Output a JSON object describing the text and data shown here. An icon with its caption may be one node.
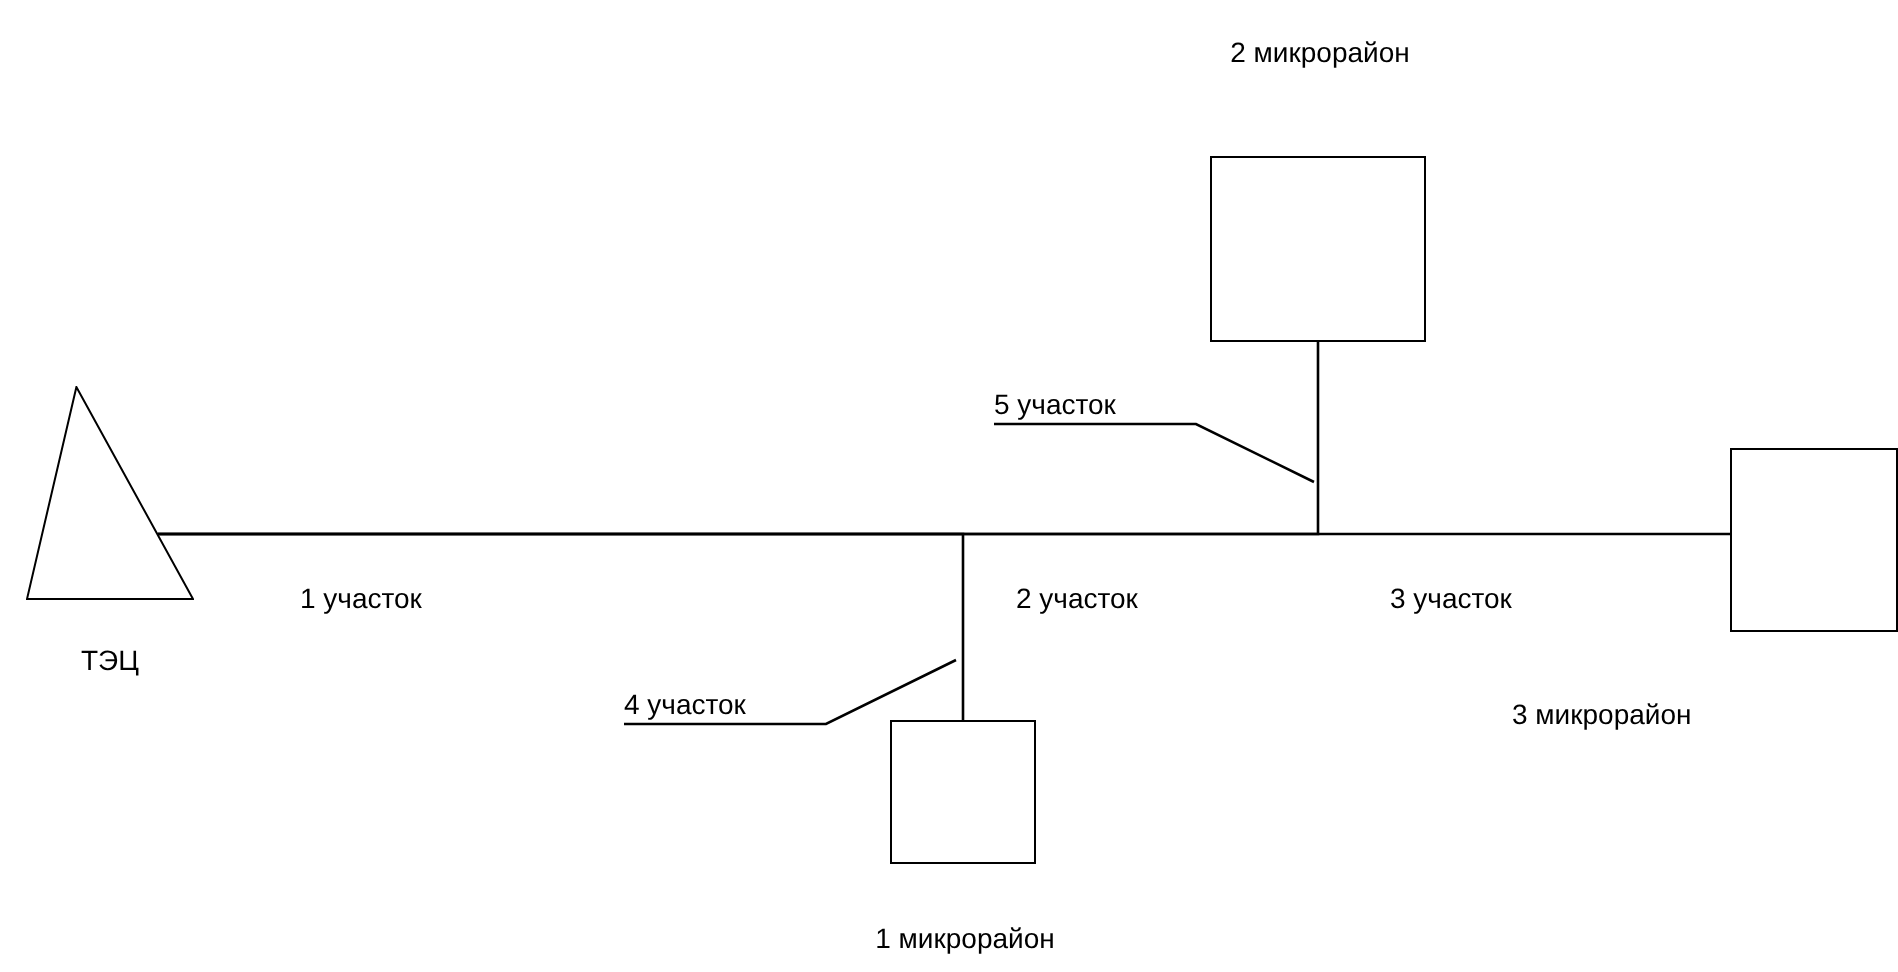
{
  "diagram": {
    "nodes": [
      {
        "text": [
          "ТЭЦ"
        ]
      },
      {
        "text": [
          "2 микрорайон"
        ]
      },
      {
        "text": [
          "5 участок"
        ]
      },
      {
        "text": [
          "3 микрорайон"
        ]
      },
      {
        "text": [
          "4 участок"
        ]
      },
      {
        "text": [
          "1 микрорайон"
        ]
      }
    ],
    "edges": [
      {
        "from": 0,
        "to": 5,
        "arrow": "none"
      },
      {
        "from": 0,
        "to": 1,
        "arrow": "none"
      },
      {
        "from": 0,
        "to": 3,
        "arrow": "none"
      },
      {
        "from": 2,
        "to": null,
        "arrow": "none"
      },
      {
        "from": 4,
        "to": null,
        "arrow": "none"
      }
    ],
    "labels": [
      "1 участок",
      "2 участок",
      "3 участок"
    ]
  }
}
